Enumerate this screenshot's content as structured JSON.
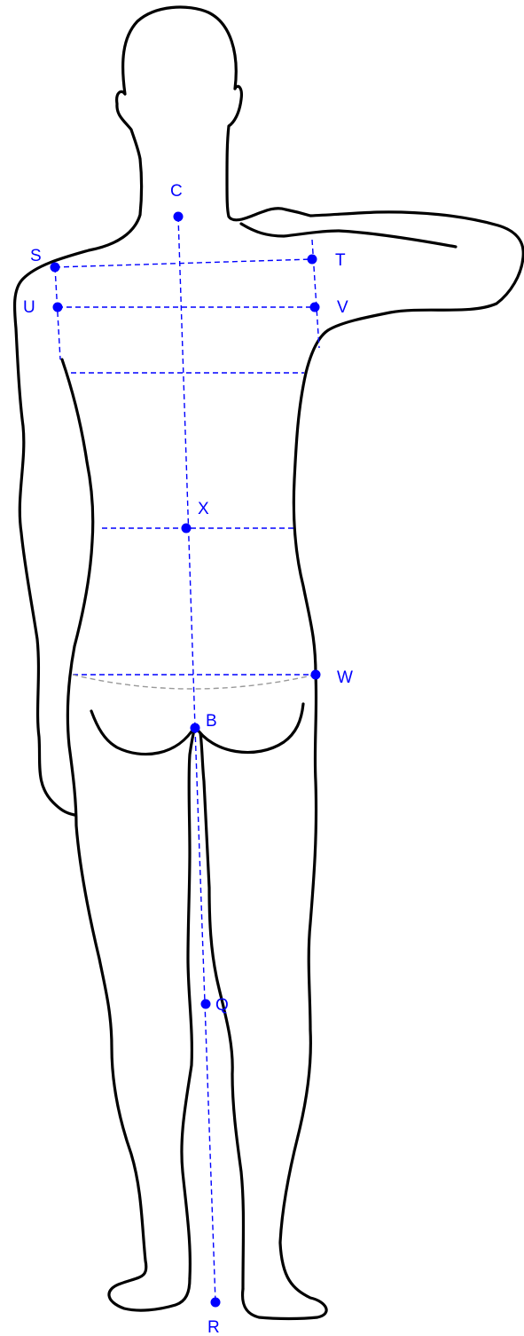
{
  "figure": {
    "colors": {
      "outline": "#000000",
      "measure_line": "#0000ff",
      "secondary_line": "#999999",
      "point": "#0000ff",
      "label": "#0000ff"
    },
    "points": {
      "C": "C",
      "S": "S",
      "T": "T",
      "U": "U",
      "V": "V",
      "X": "X",
      "W": "W",
      "B": "B",
      "Q": "Q",
      "R": "R"
    }
  }
}
